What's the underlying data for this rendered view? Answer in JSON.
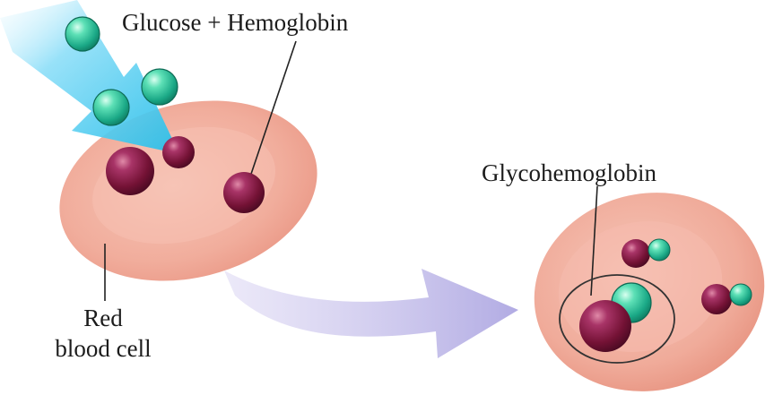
{
  "labels": {
    "reactants": "Glucose + Hemoglobin",
    "product": "Glycohemoglobin",
    "cell_line1": "Red",
    "cell_line2": "blood cell"
  },
  "colors": {
    "cell_fill": "#f2b2a4",
    "cell_edge": "#e49484",
    "hemoglobin": "#7a1540",
    "glucose": "#2fc39a",
    "inflow_arrow": "#3cc6f0",
    "transition_arrow": "#b8b2e6",
    "leader_line": "#222222"
  }
}
